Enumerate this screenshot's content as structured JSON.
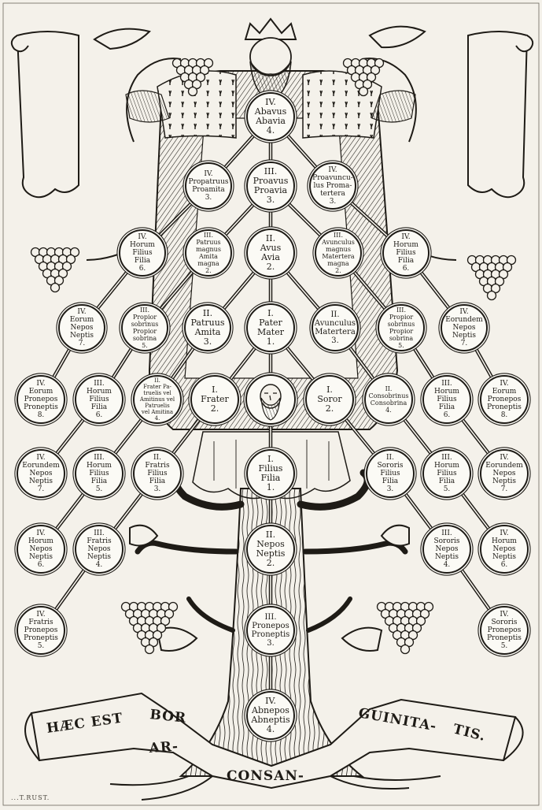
{
  "colors": {
    "paper": "#f4f1ea",
    "ink": "#1e1b16",
    "node_fill": "#fbfaf5"
  },
  "motto": [
    "HÆC EST",
    "AR-",
    "BOR",
    "CONSAN-",
    "GUINITA-",
    "TIS."
  ],
  "signature": "...T.RUST.",
  "icons": [
    "crowned-patriarch-icon",
    "ancestor-face-icon",
    "grape-cluster-icon",
    "vine-leaf-icon",
    "scroll-banner-icon",
    "family-tree-trunk-icon"
  ],
  "nodes": [
    {
      "id": "abavus",
      "text": "IV.\nAbavus\nAbavia\n4."
    },
    {
      "id": "propatruus",
      "text": "IV.\nPropatruus\nProamita\n3."
    },
    {
      "id": "proavus",
      "text": "III.\nProavus\nProavia\n3."
    },
    {
      "id": "proavunculus",
      "text": "IV.\nProavuncu-\nlus Proma-\ntertera\n3."
    },
    {
      "id": "horum-fil-l",
      "text": "IV.\nHorum\nFilius\nFilia\n6."
    },
    {
      "id": "patruus-magnus",
      "text": "III.\nPatruus\nmagnus\nAmita\nmagna\n2."
    },
    {
      "id": "avus",
      "text": "II.\nAvus\nAvia\n2."
    },
    {
      "id": "avunculus-magnus",
      "text": "III.\nAvunculus\nmagnus\nMatertera\nmagna\n2."
    },
    {
      "id": "horum-fil-r",
      "text": "IV.\nHorum\nFilius\nFilia\n6."
    },
    {
      "id": "eorum-nepos-l",
      "text": "IV.\nEorum\nNepos\nNeptis\n7."
    },
    {
      "id": "propior-sob-l",
      "text": "III.\nPropior\nsobrinus\nPropior\nsobrina\n5."
    },
    {
      "id": "patruus",
      "text": "II.\nPatruus\nAmita\n3."
    },
    {
      "id": "pater",
      "text": "I.\nPater\nMater\n1."
    },
    {
      "id": "avunculus",
      "text": "II.\nAvunculus\nMatertera\n3."
    },
    {
      "id": "propior-sob-r",
      "text": "III.\nPropior\nsobrinus\nPropior\nsobrina\n5."
    },
    {
      "id": "eorundem-nepos-r",
      "text": "IV.\nEorundem\nNepos\nNeptis\n7."
    },
    {
      "id": "eorum-pronepos-l",
      "text": "IV.\nEorum\nPronepos\nProneptis\n8."
    },
    {
      "id": "horum-fil-6l",
      "text": "III.\nHorum\nFilius\nFilia\n6."
    },
    {
      "id": "frater-patruelis",
      "text": "II.\nFrater Pa-\ntruelis vel\nAmitinus vel\nPatruelis\nvel Amitina\n4."
    },
    {
      "id": "frater",
      "text": "I.\nFrater\n2."
    },
    {
      "id": "soror",
      "text": "I.\nSoror\n2."
    },
    {
      "id": "consobrinus",
      "text": "II.\nConsobrinus\nConsobrina\n4."
    },
    {
      "id": "horum-fil-6r",
      "text": "III.\nHorum\nFilius\nFilia\n6."
    },
    {
      "id": "eorum-pronepos-r",
      "text": "IV.\nEorum\nPronepos\nProneptis\n8."
    },
    {
      "id": "eorundem-nepos-l",
      "text": "IV.\nEorundem\nNepos\nNeptis\n7."
    },
    {
      "id": "horum-fil-5l",
      "text": "III.\nHorum\nFilius\nFilia\n5."
    },
    {
      "id": "fratris-filius",
      "text": "II.\nFratris\nFilius\nFilia\n3."
    },
    {
      "id": "filius",
      "text": "I.\nFilius\nFilia\n1."
    },
    {
      "id": "sororis-filius",
      "text": "II.\nSororis\nFilius\nFilia\n3."
    },
    {
      "id": "horum-fil-5r",
      "text": "III.\nHorum\nFilius\nFilia\n5."
    },
    {
      "id": "eorundem-nepos-7r",
      "text": "IV.\nEorundem\nNepos\nNeptis\n7."
    },
    {
      "id": "horum-nepos-l",
      "text": "IV.\nHorum\nNepos\nNeptis\n6."
    },
    {
      "id": "fratris-nepos",
      "text": "III.\nFratris\nNepos\nNeptis\n4."
    },
    {
      "id": "nepos",
      "text": "II.\nNepos\nNeptis\n2."
    },
    {
      "id": "sororis-nepos",
      "text": "III.\nSororis\nNepos\nNeptis\n4."
    },
    {
      "id": "horum-nepos-r",
      "text": "IV.\nHorum\nNepos\nNeptis\n6."
    },
    {
      "id": "fratris-pronepos",
      "text": "IV.\nFratris\nPronepos\nProneptis\n5."
    },
    {
      "id": "pronepos",
      "text": "III.\nPronepos\nProneptis\n3."
    },
    {
      "id": "sororis-pronepos",
      "text": "IV.\nSororis\nPronepos\nProneptis\n5."
    },
    {
      "id": "abnepos",
      "text": "IV.\nAbnepos\nAbneptis\n4."
    }
  ]
}
